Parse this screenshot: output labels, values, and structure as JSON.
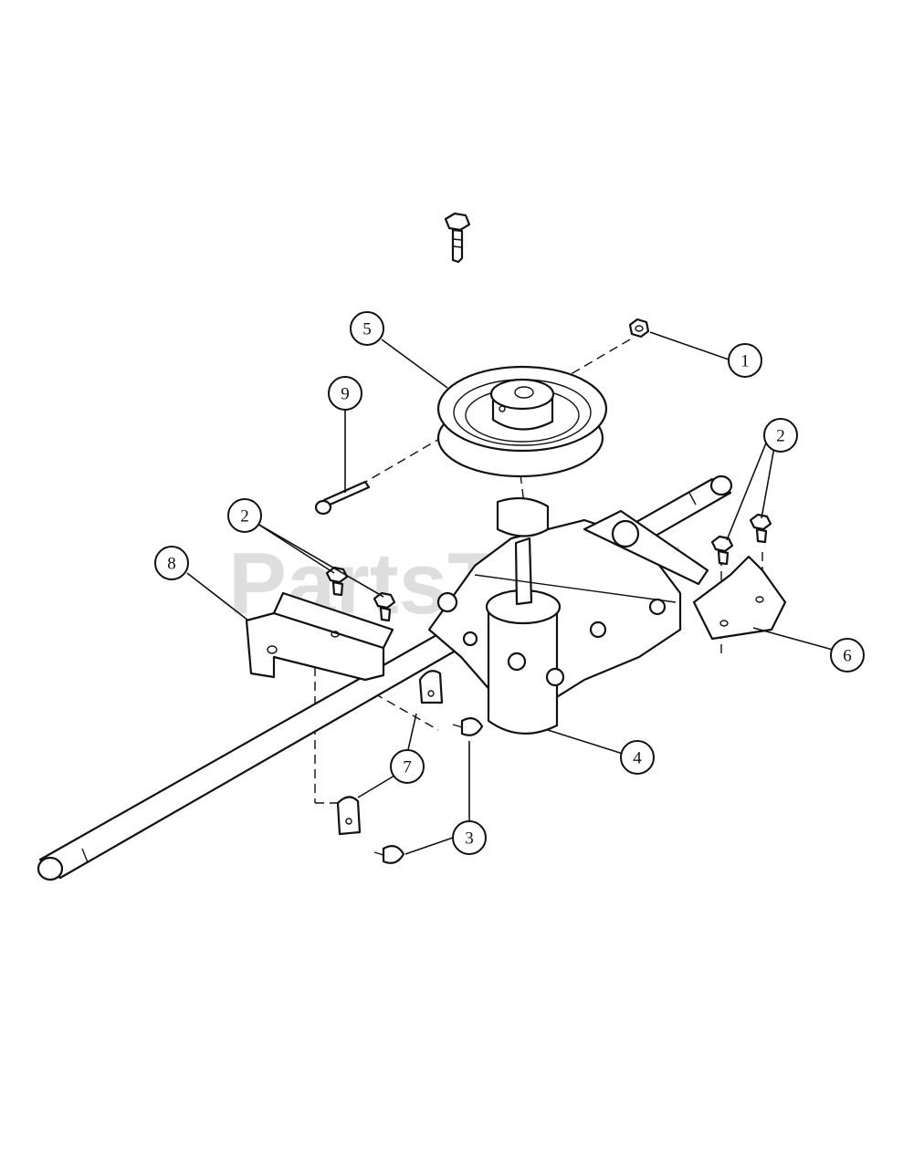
{
  "watermark": {
    "text": "PartsTree",
    "trademark": "TM"
  },
  "callouts": [
    "1",
    "2",
    "2",
    "3",
    "4",
    "5",
    "6",
    "7",
    "8",
    "9"
  ]
}
